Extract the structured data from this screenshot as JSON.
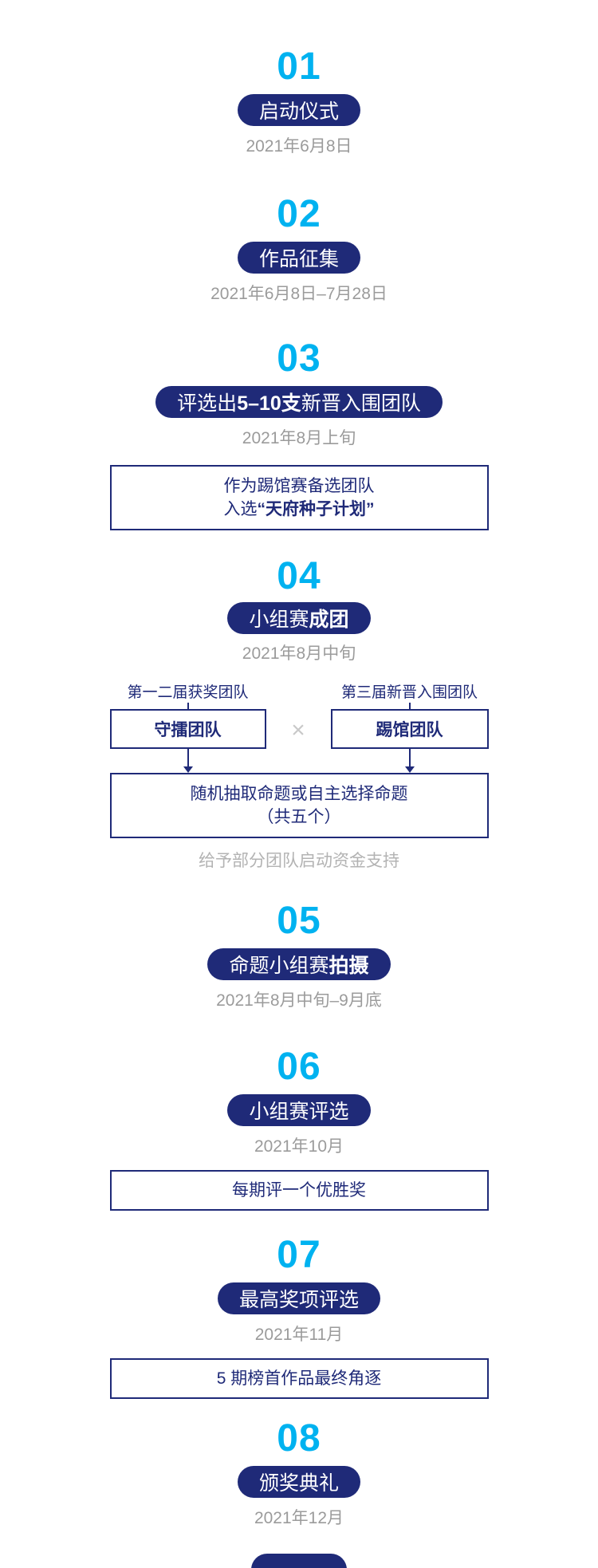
{
  "colors": {
    "cyan": "#00b2f0",
    "navy": "#1f2a78",
    "gray": "#9b9b9b",
    "lightgray": "#c9c9c9",
    "footgray": "#b3b3b3"
  },
  "steps": [
    {
      "number": "01",
      "title": "启动仪式",
      "date": "2021年6月8日"
    },
    {
      "number": "02",
      "title": "作品征集",
      "date": "2021年6月8日–7月28日"
    },
    {
      "number": "03",
      "title_pre": "评选出",
      "title_em": "5–10支",
      "title_post": "新晋入围团队",
      "date": "2021年8月上旬",
      "note_line1": "作为踢馆赛备选团队",
      "note_line2_pre": "入选",
      "note_line2_em": "“天府种子计划”"
    },
    {
      "number": "04",
      "title_pre": "小组赛",
      "title_em": "成团",
      "date": "2021年8月中旬",
      "left_label": "第一二届获奖团队",
      "right_label": "第三届新晋入围团队",
      "left_box": "守擂团队",
      "right_box": "踢馆团队",
      "vs_symbol": "×",
      "merge_line1": "随机抽取命题或自主选择命题",
      "merge_line2": "（共五个）",
      "footnote": "给予部分团队启动资金支持"
    },
    {
      "number": "05",
      "title_pre": "命题小组赛",
      "title_em": "拍摄",
      "date": "2021年8月中旬–9月底"
    },
    {
      "number": "06",
      "title": "小组赛评选",
      "date": "2021年10月",
      "note": "每期评一个优胜奖"
    },
    {
      "number": "07",
      "title": "最高奖项评选",
      "date": "2021年11月",
      "note": "5 期榜首作品最终角逐"
    },
    {
      "number": "08",
      "title": "颁奖典礼",
      "date": "2021年12月"
    }
  ]
}
